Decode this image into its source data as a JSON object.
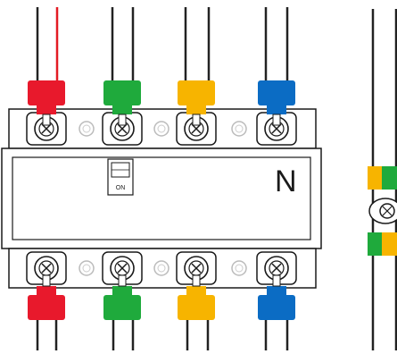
{
  "device": {
    "switch_label": "ON",
    "neutral_label": "N"
  },
  "colors": {
    "red": "#e8192c",
    "green": "#1faa3c",
    "yellow": "#f7b400",
    "blue": "#0b6cc4",
    "outline": "#1a1a1a",
    "wire_black": "#222222",
    "wire_red": "#e31b23"
  },
  "conductors": {
    "top": [
      "red",
      "green",
      "yellow",
      "blue"
    ],
    "bottom": [
      "red",
      "green",
      "yellow",
      "blue"
    ],
    "side_top": [
      "yellow",
      "green"
    ],
    "side_bottom": [
      "green",
      "yellow"
    ]
  }
}
